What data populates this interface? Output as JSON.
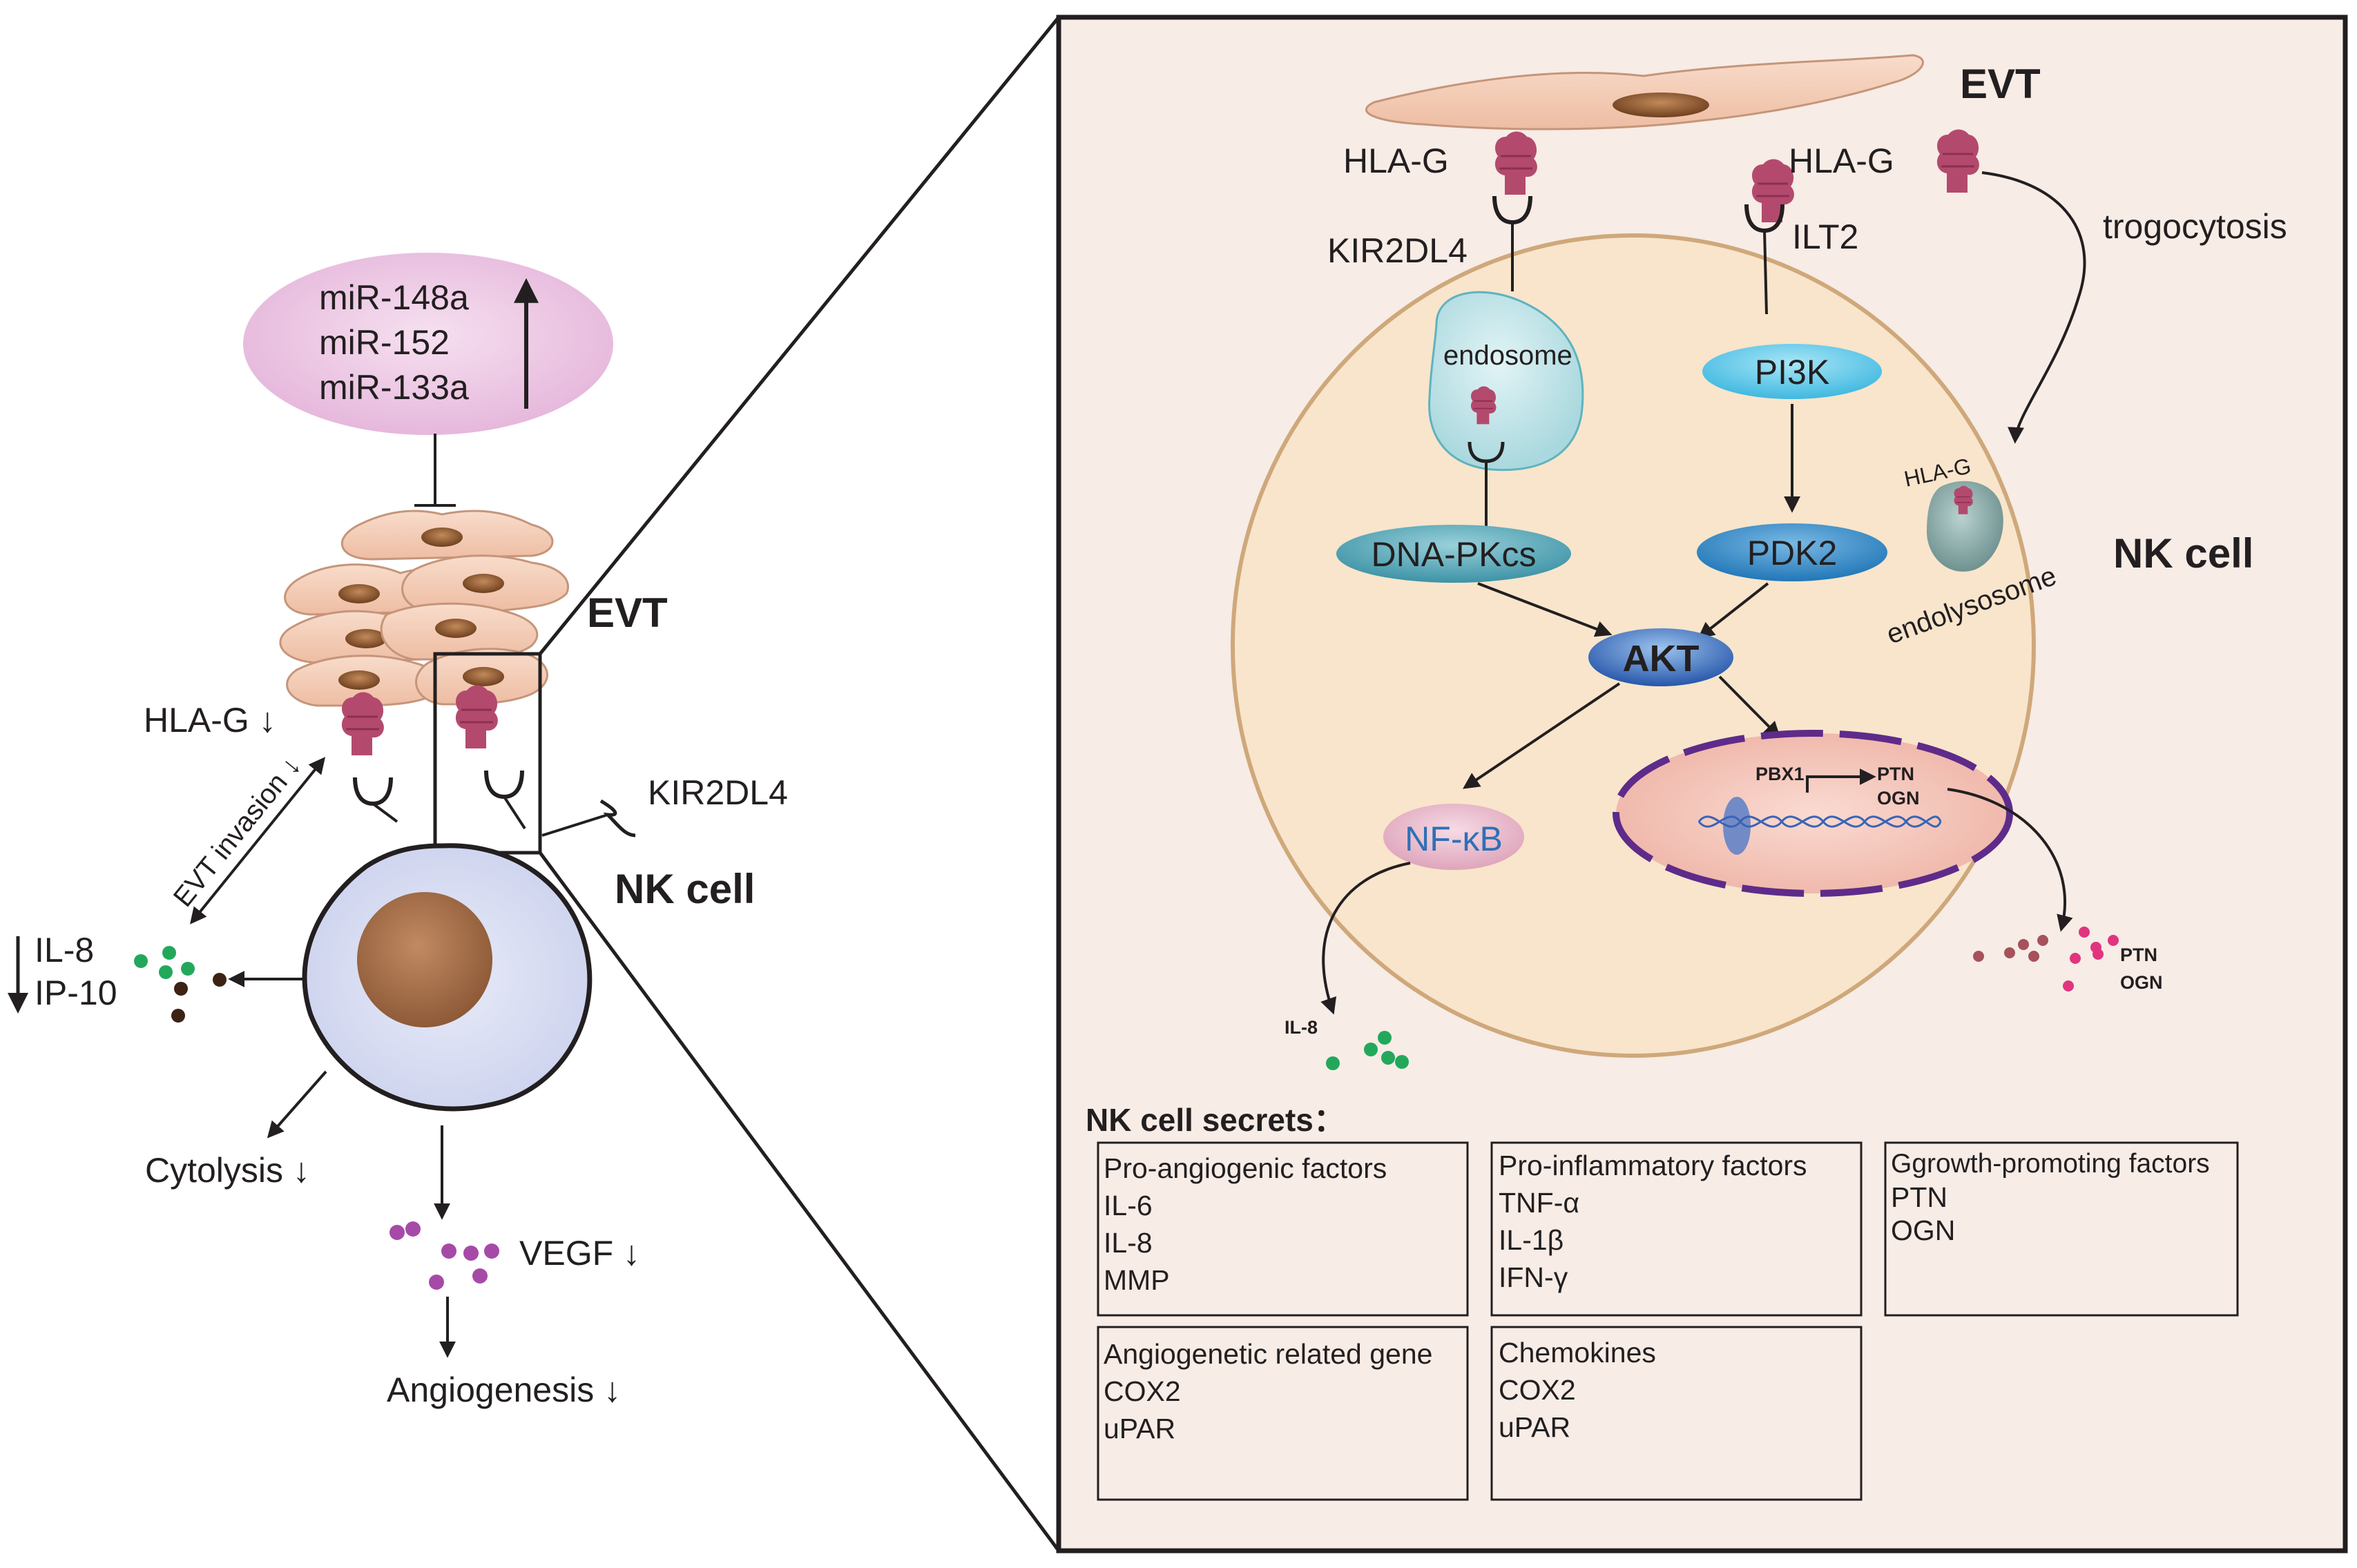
{
  "left": {
    "mirna": [
      "miR-148a",
      "miR-152",
      "miR-133a"
    ],
    "evt_label": "EVT",
    "hlag_label": "HLA-G ↓",
    "evt_invasion_label": "EVT invasion ↓",
    "kir_label": "KIR2DL4",
    "nk_label": "NK cell",
    "cytokines": [
      "IL-8",
      "IP-10"
    ],
    "cytolysis_label": "Cytolysis ↓",
    "vegf_label": "VEGF ↓",
    "angiogenesis_label": "Angiogenesis ↓"
  },
  "right": {
    "evt_label": "EVT",
    "hlag_left": "HLA-G",
    "hlag_right": "HLA-G",
    "kir_label": "KIR2DL4",
    "ilt2_label": "ILT2",
    "trogocytosis_label": "trogocytosis",
    "endosome_label": "endosome",
    "pi3k_label": "PI3K",
    "dnapkcs_label": "DNA-PKcs",
    "pdk2_label": "PDK2",
    "akt_label": "AKT",
    "nfkb_label": "NF-κB",
    "nk_label": "NK cell",
    "hlag_small": "HLA-G",
    "endolysosome_label": "endolysosome",
    "pbx1_label": "PBX1",
    "ptn_label": "PTN",
    "ogn_label": "OGN",
    "il8_out_label": "IL-8",
    "ptn_out_label": "PTN",
    "ogn_out_label": "OGN",
    "secretes_title": "NK cell secrets：",
    "boxes": [
      {
        "title": "Pro-angiogenic factors",
        "items": [
          "IL-6",
          "IL-8",
          "MMP"
        ]
      },
      {
        "title": "Pro-inflammatory factors",
        "items": [
          "TNF-α",
          "IL-1β",
          "IFN-γ"
        ]
      },
      {
        "title": "Ggrowth-promoting factors",
        "items": [
          "PTN",
          "OGN"
        ]
      },
      {
        "title": "Angiogenetic related gene",
        "items": [
          "COX2",
          "uPAR"
        ]
      },
      {
        "title": "Chemokines",
        "items": [
          "COX2",
          "uPAR"
        ]
      }
    ]
  },
  "colors": {
    "panel_bg": "#f7ece6",
    "nk_cell_fill": "#f8e5cc",
    "nk_cell_border": "#cfa87a",
    "evt_fill": "#f3c9b2",
    "hlag_color": "#b34a6e",
    "mirna_fill": "#ecc6e3",
    "akt_fill": "#4a7bc9",
    "pi3k_fill": "#6fd0ee",
    "pdk2_fill": "#3d93cc",
    "dnapkcs_fill": "#63b3c3",
    "endosome_fill": "#c4e6ea",
    "nucleus_fill": "#f4c7bd",
    "nucleus_border": "#5e2b8a",
    "nfkb_fill": "#eab9cb",
    "nfkb_text": "#2f70b5",
    "green_dot": "#23a85b",
    "brown_dot": "#3c2314",
    "purple_dot": "#a64aa8",
    "pink_dot": "#e0347f",
    "maroon_dot": "#a6515c"
  }
}
